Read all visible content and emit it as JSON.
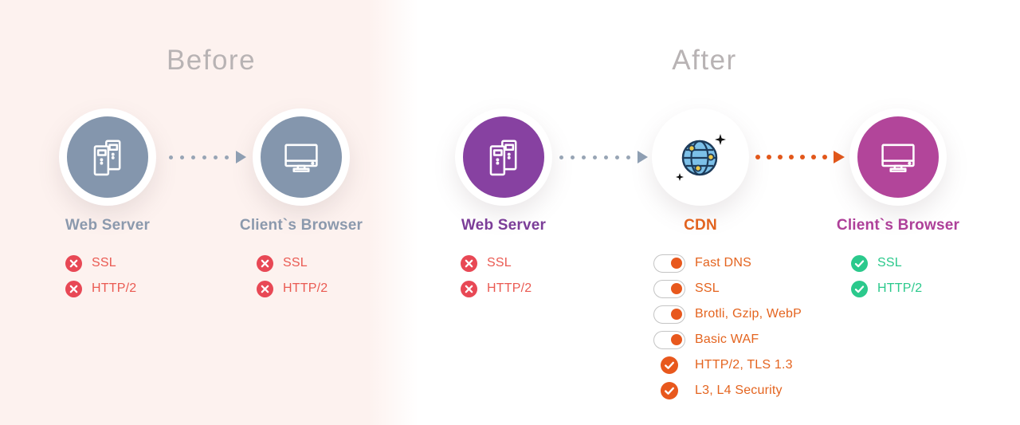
{
  "title_before": "Before",
  "title_after": "After",
  "before": {
    "web_server": {
      "label": "Web Server",
      "features": [
        "SSL",
        "HTTP/2"
      ]
    },
    "client_browser": {
      "label": "Client`s Browser",
      "features": [
        "SSL",
        "HTTP/2"
      ]
    }
  },
  "after": {
    "web_server": {
      "label": "Web Server",
      "features": [
        "SSL",
        "HTTP/2"
      ]
    },
    "cdn": {
      "label": "CDN",
      "toggle_features": [
        "Fast DNS",
        "SSL",
        "Brotli, Gzip, WebP",
        "Basic WAF"
      ],
      "check_features": [
        "HTTP/2, TLS 1.3",
        "L3, L4 Security"
      ]
    },
    "client_browser": {
      "label": "Client`s Browser",
      "features": [
        "SSL",
        "HTTP/2"
      ]
    }
  },
  "colors": {
    "before_panel_bg": "#fdf2ef",
    "slate": "#8496ad",
    "purple": "#8741a1",
    "magenta": "#b2459a",
    "orange_accent": "#e8581d",
    "red_cross": "#e84855",
    "green_check": "#2bc98c",
    "title_gray": "#b8b3b4"
  }
}
